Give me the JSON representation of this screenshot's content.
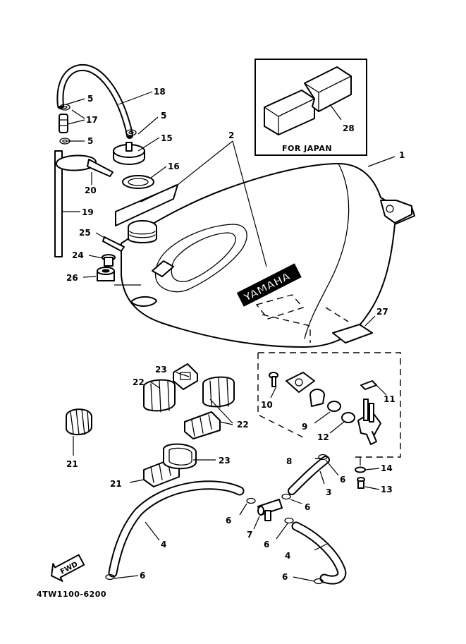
{
  "inset": {
    "caption": "FOR JAPAN",
    "part": "28"
  },
  "tank_logo": "YAMAHA",
  "fwd_badge": "FWD",
  "diagram_code": "4TW1100-6200",
  "callouts": {
    "c1": "1",
    "c2": "2",
    "c3": "3",
    "c4a": "4",
    "c4b": "4",
    "c5a": "5",
    "c5b": "5",
    "c5c": "5",
    "c6a": "6",
    "c6b": "6",
    "c6c": "6",
    "c6d": "6",
    "c6e": "6",
    "c6f": "6",
    "c7": "7",
    "c8": "8",
    "c9": "9",
    "c10": "10",
    "c11": "11",
    "c12": "12",
    "c13": "13",
    "c14": "14",
    "c15": "15",
    "c16": "16",
    "c17": "17",
    "c18": "18",
    "c19": "19",
    "c20": "20",
    "c21a": "21",
    "c21b": "21",
    "c22a": "22",
    "c22b": "22",
    "c23a": "23",
    "c23b": "23",
    "c24": "24",
    "c25": "25",
    "c26": "26",
    "c27": "27"
  }
}
